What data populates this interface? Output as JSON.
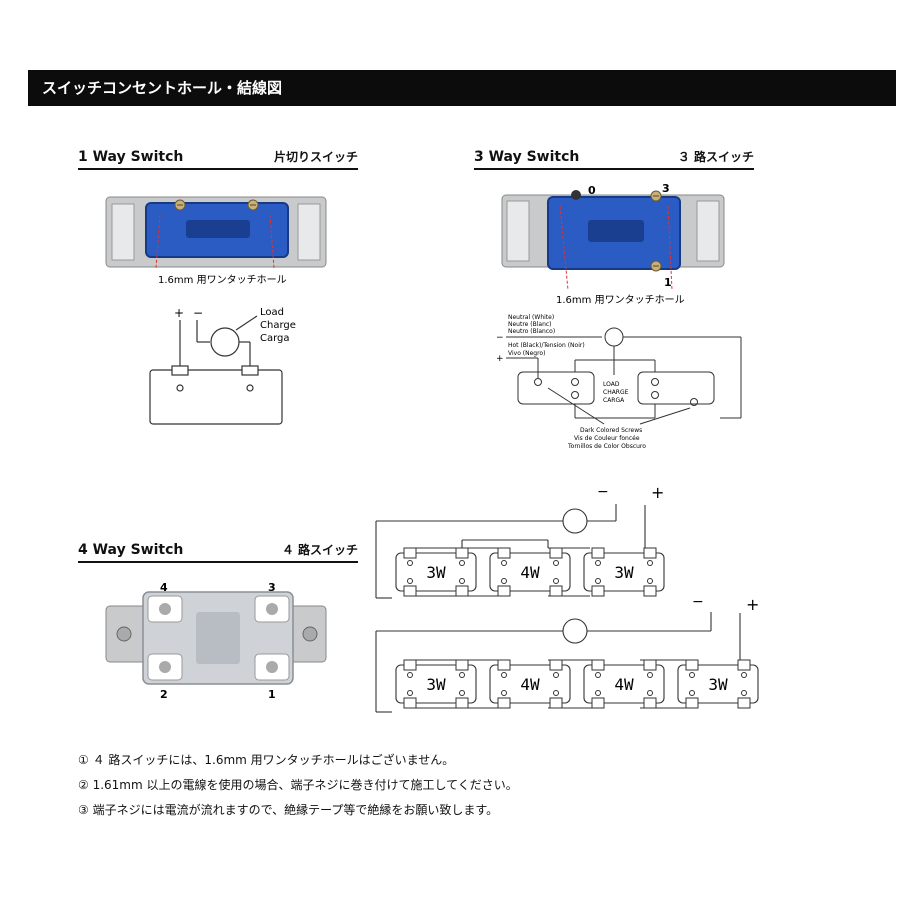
{
  "title": "スイッチコンセントホール・結線図",
  "sections": {
    "one_way": {
      "en": "1 Way Switch",
      "jp": "片切りスイッチ",
      "hole_label": "1.6mm 用ワンタッチホール",
      "plus": "+",
      "minus": "−",
      "load_lines": [
        "Load",
        "Charge",
        "Carga"
      ]
    },
    "three_way": {
      "en": "3 Way Switch",
      "jp": "３ 路スイッチ",
      "hole_label": "1.6mm 用ワンタッチホール",
      "terminal_top_left": "0",
      "terminal_top_right": "3",
      "terminal_bottom_right": "1",
      "neutral_lines": [
        "Neutral (White)",
        "Neutre (Blanc)",
        "Neutro (Blanco)"
      ],
      "hot_lines": [
        "Hot (Black)/Tension (Noir)",
        "Vivo (Negro)"
      ],
      "minus": "−",
      "plus": "+",
      "load_lines": [
        "LOAD",
        "CHARGE",
        "CARGA"
      ],
      "dark_screw_lines": [
        "Dark Colored Screws",
        "Vis de Couleur foncée",
        "Tornillos de Color Obscuro"
      ]
    },
    "four_way": {
      "en": "4 Way Switch",
      "jp": "４ 路スイッチ",
      "terminals": [
        "4",
        "3",
        "2",
        "1"
      ]
    }
  },
  "chains": {
    "chain1": {
      "labels": [
        "3W",
        "4W",
        "3W"
      ],
      "minus": "−",
      "plus": "+"
    },
    "chain2": {
      "labels": [
        "3W",
        "4W",
        "4W",
        "3W"
      ],
      "minus": "−",
      "plus": "+"
    }
  },
  "notes": [
    "① ４ 路スイッチには、1.6mm 用ワンタッチホールはございません。",
    "② 1.61mm 以上の電線を使用の場合、端子ネジに巻き付けて施工してください。",
    "③ 端子ネジには電流が流れますので、絶縁テープ等で絶縁をお願い致します。"
  ],
  "colors": {
    "switch_body": "#2a5cc4",
    "four_way_body": "#cfd3d8",
    "plate": "#c8cacc",
    "title_bg": "#0c0c0c"
  }
}
